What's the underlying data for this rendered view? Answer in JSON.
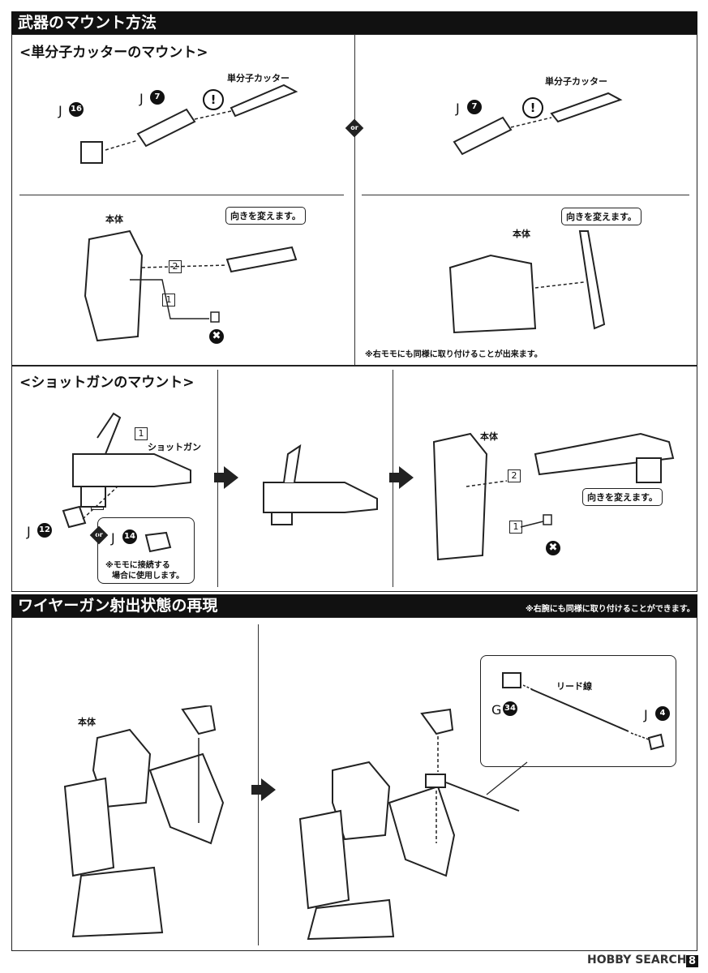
{
  "section1": {
    "title": "武器のマウント方法",
    "cutter": {
      "subtitle": "<単分子カッターのマウント>",
      "part_j": "J",
      "num_16": "16",
      "num_7": "7",
      "cutter_label": "単分子カッター",
      "body_label": "本体",
      "turn_callout": "向きを変えます。",
      "step1": "1",
      "step2": "2",
      "x": "✖",
      "right": {
        "part_j": "J",
        "num_7": "7",
        "cutter_label": "単分子カッター",
        "body_label": "本体",
        "turn_callout": "向きを変えます。",
        "note": "※右モモにも同様に取り付けることが出来ます。"
      }
    },
    "shotgun": {
      "subtitle": "<ショットガンのマウント>",
      "shotgun_label": "ショットガン",
      "step1": "1",
      "step2": "2",
      "part_j": "J",
      "num_12": "12",
      "num_14": "14",
      "note_line1": "※モモに接続する",
      "note_line2": "場合に使用します。",
      "body_label": "本体",
      "turn_callout": "向きを変えます。",
      "r_step1": "1",
      "r_step2": "2",
      "x": "✖"
    }
  },
  "section2": {
    "title": "ワイヤーガン射出状態の再現",
    "note": "※右腕にも同様に取り付けることができます。",
    "body_label": "本体",
    "lead_label": "リード線",
    "part_g": "G",
    "num_34": "34",
    "part_j": "J",
    "num_4": "4"
  },
  "footer": {
    "logo": "HOBBY SEARCH",
    "page": "8"
  }
}
